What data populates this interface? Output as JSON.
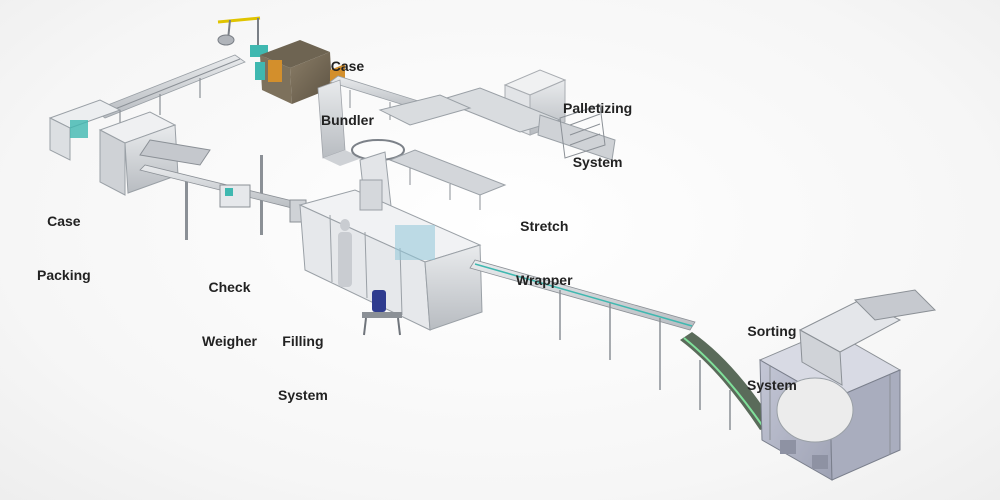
{
  "labels": {
    "case_bundler": [
      "Case",
      "Bundler"
    ],
    "palletizing": [
      "Palletizing",
      "System"
    ],
    "case_packing": [
      "Case",
      "Packing"
    ],
    "stretch_wrapper": [
      "Stretch",
      "Wrapper"
    ],
    "check_weigher": [
      "Check",
      "Weigher"
    ],
    "filling_system": [
      "Filling",
      "System"
    ],
    "sorting_system": [
      "Sorting",
      "System"
    ]
  }
}
